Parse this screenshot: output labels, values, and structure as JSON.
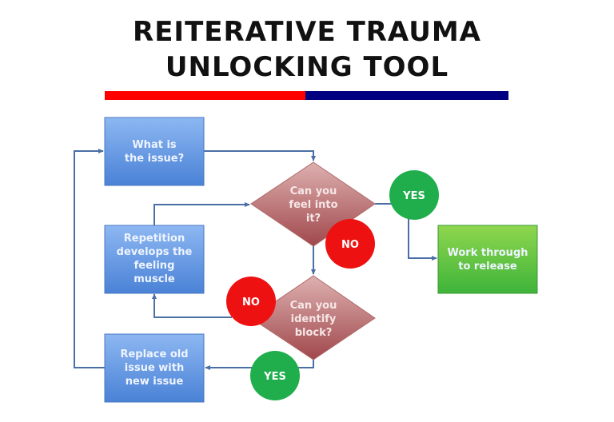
{
  "title": {
    "line1": "REITERATIVE TRAUMA",
    "line2": "UNLOCKING TOOL"
  },
  "colors": {
    "bar_left": "#ff0000",
    "bar_right": "#000080",
    "process_box": "#5b93e0",
    "decision": "#c07a7a",
    "yes": "#1fae4b",
    "no": "#ee1111",
    "result_box": "#5cc63c",
    "connector": "#4a6fa5"
  },
  "nodes": {
    "what_issue": {
      "lines": [
        "What is",
        "the issue?"
      ]
    },
    "repetition": {
      "lines": [
        "Repetition",
        "develops the",
        "feeling",
        "muscle"
      ]
    },
    "replace": {
      "lines": [
        "Replace old",
        "issue with",
        "new issue"
      ]
    },
    "work_through": {
      "lines": [
        "Work through",
        "to release"
      ]
    },
    "decision_feel": {
      "lines": [
        "Can you",
        "feel into",
        "it?"
      ]
    },
    "decision_block": {
      "lines": [
        "Can you",
        "identify",
        "block?"
      ]
    }
  },
  "labels": {
    "yes": "YES",
    "no": "NO"
  }
}
